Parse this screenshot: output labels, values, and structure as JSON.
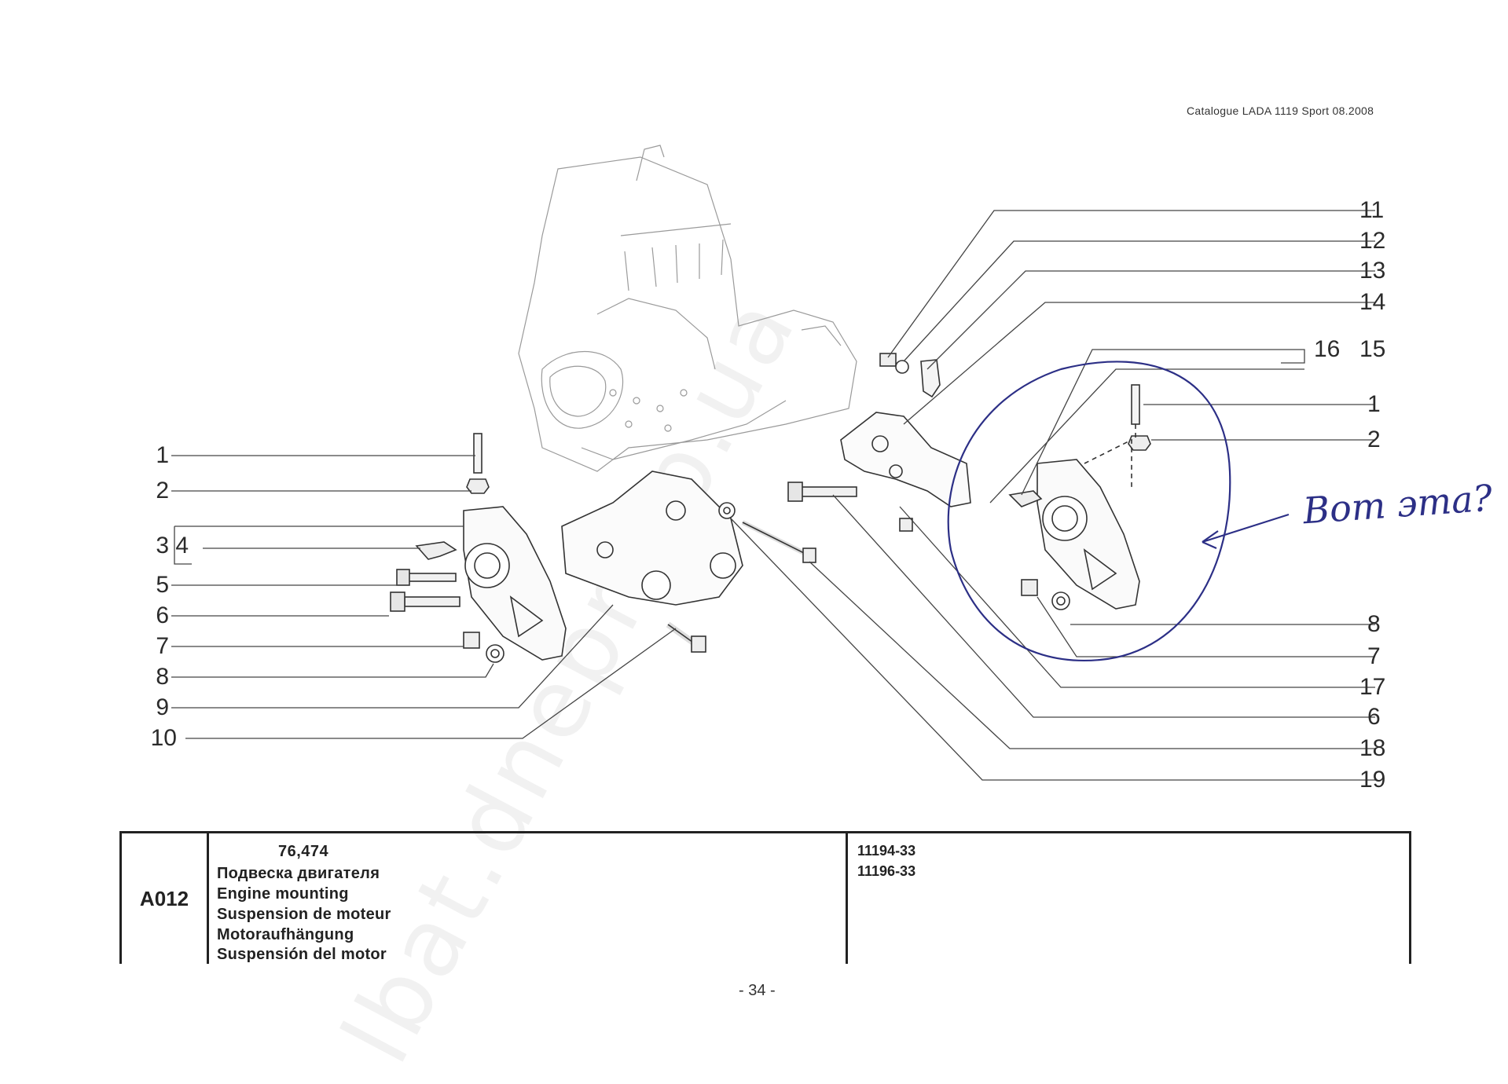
{
  "header": {
    "catalogue_line": "Catalogue LADA 1119 Sport 08.2008"
  },
  "left_callouts": [
    {
      "label": "1"
    },
    {
      "label": "2"
    },
    {
      "label": "3"
    },
    {
      "label": "4"
    },
    {
      "label": "5"
    },
    {
      "label": "6"
    },
    {
      "label": "7"
    },
    {
      "label": "8"
    },
    {
      "label": "9"
    },
    {
      "label": "10"
    }
  ],
  "right_callouts": [
    {
      "label": "11"
    },
    {
      "label": "12"
    },
    {
      "label": "13"
    },
    {
      "label": "14"
    },
    {
      "label": "16"
    },
    {
      "label": "15"
    },
    {
      "label": "1"
    },
    {
      "label": "2"
    },
    {
      "label": "8"
    },
    {
      "label": "7"
    },
    {
      "label": "17"
    },
    {
      "label": "6"
    },
    {
      "label": "18"
    },
    {
      "label": "19"
    }
  ],
  "handwritten_note": "Вот эта?",
  "title_block": {
    "code": "A012",
    "value": "76,474",
    "names": [
      "Подвеска двигателя",
      "Engine mounting",
      "Suspension de moteur",
      "Motoraufhängung",
      "Suspensión del motor"
    ],
    "models": [
      "11194-33",
      "11196-33"
    ]
  },
  "page_number": "- 34 -",
  "colors": {
    "ink": "#222222",
    "pen_blue": "#2c2f86",
    "line_art": "#444444"
  }
}
